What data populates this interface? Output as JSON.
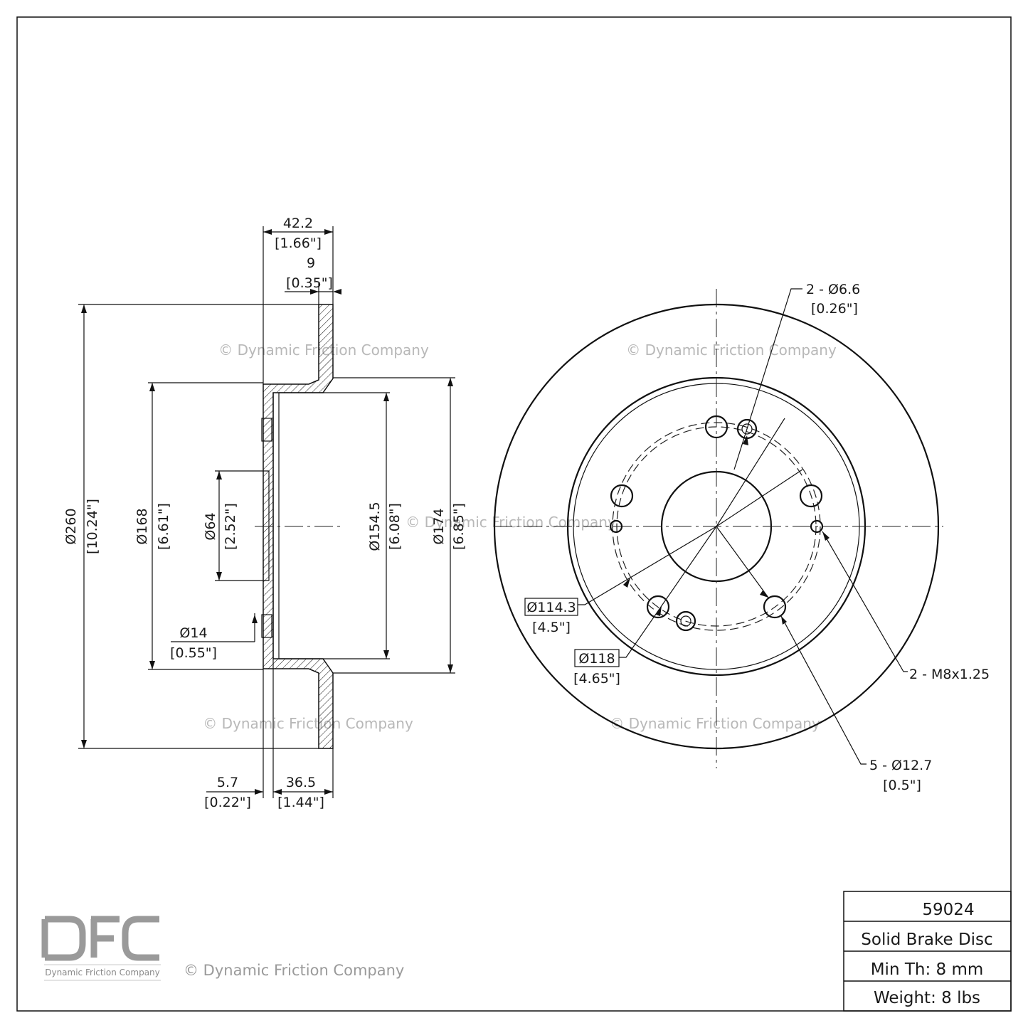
{
  "title_block": {
    "part_number": "59024",
    "description": "Solid Brake Disc",
    "min_thickness": "Min Th: 8 mm",
    "weight": "Weight: 8 lbs"
  },
  "logo": {
    "mark": "DFC",
    "text": "Dynamic Friction Company"
  },
  "watermark": "© Dynamic Friction Company",
  "side_view": {
    "overall_height": {
      "mm": "42.2",
      "in": "[1.66\"]"
    },
    "disc_thickness": {
      "mm": "9",
      "in": "[0.35\"]"
    },
    "outer_diameter": {
      "mm": "Ø260",
      "in": "[10.24\"]"
    },
    "hat_diameter": {
      "mm": "Ø168",
      "in": "[6.61\"]"
    },
    "center_bore": {
      "mm": "Ø64",
      "in": "[2.52\"]"
    },
    "inner_hat_diameter": {
      "mm": "Ø154.5",
      "in": "[6.08\"]"
    },
    "outer_hat_diameter": {
      "mm": "Ø174",
      "in": "[6.85\"]"
    },
    "hole_diameter": {
      "mm": "Ø14",
      "in": "[0.55\"]"
    },
    "hat_wall": {
      "mm": "5.7",
      "in": "[0.22\"]"
    },
    "hat_depth": {
      "mm": "36.5",
      "in": "[1.44\"]"
    }
  },
  "front_view": {
    "locating_holes": {
      "mm": "2 - Ø6.6",
      "in": "[0.26\"]"
    },
    "bolt_circle": {
      "mm": "Ø114.3",
      "in": "[4.5\"]"
    },
    "pilot_circle": {
      "mm": "Ø118",
      "in": "[4.65\"]"
    },
    "threaded_holes": {
      "mm": "2 - M8x1.25"
    },
    "lug_holes": {
      "mm": "5 - Ø12.7",
      "in": "[0.5\"]"
    }
  }
}
